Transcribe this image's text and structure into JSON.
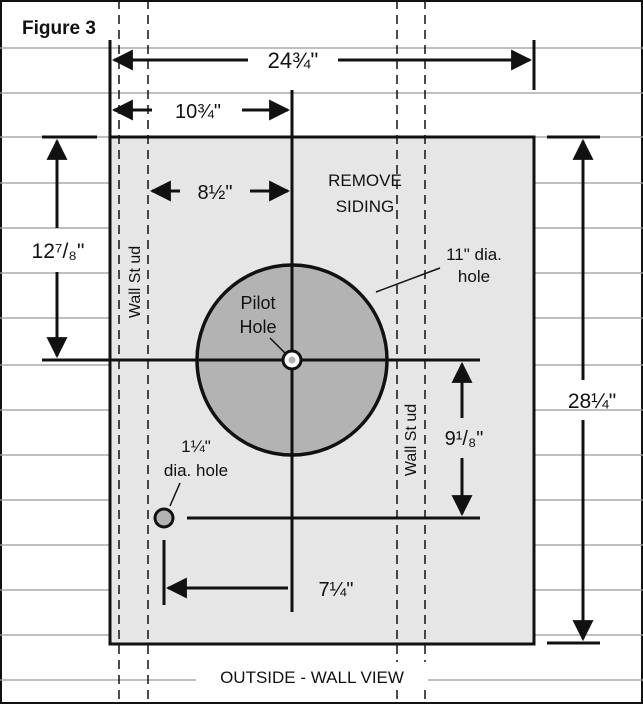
{
  "figure_title": "Figure 3",
  "dimensions": {
    "overall_width": "24¾\"",
    "stud_to_center": "10¾\"",
    "cavity_to_center": "8½\"",
    "top_to_center": "12⁷/₈\"",
    "overall_height": "28¼\"",
    "center_to_small_hole": "9¹/₈\"",
    "small_hole_to_center": "7¼\""
  },
  "labels": {
    "remove_siding_line1": "REMOVE",
    "remove_siding_line2": "SIDING",
    "large_hole_line1": "11\" dia.",
    "large_hole_line2": "hole",
    "pilot_line1": "Pilot",
    "pilot_line2": "Hole",
    "small_hole_line1": "1¼\"",
    "small_hole_line2": "dia. hole",
    "wall_stud_left": "Wall St ud",
    "wall_stud_right": "Wall St ud",
    "view_caption": "OUTSIDE - WALL VIEW"
  },
  "colors": {
    "panel_fill": "#e6e6e6",
    "hole_fill": "#b3b3b3",
    "line": "#111111",
    "siding_line": "#999999"
  }
}
